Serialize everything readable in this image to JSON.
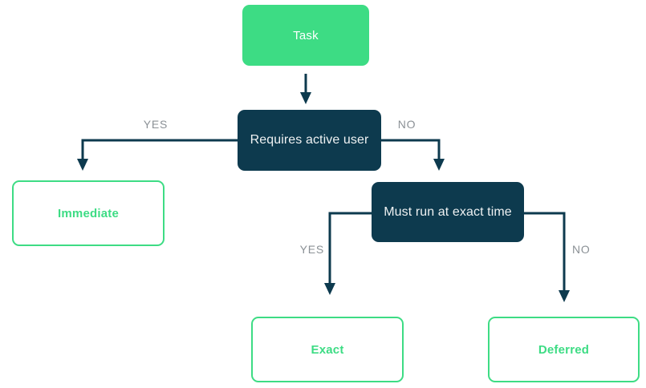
{
  "colors": {
    "green": "#3ddc84",
    "navy": "#0d3a4e",
    "edge_label_gray": "#8b9196",
    "background": "#ffffff"
  },
  "diagram": {
    "type": "flowchart-decision-tree",
    "nodes": {
      "task": {
        "label": "Task",
        "kind": "start"
      },
      "requires_active_user": {
        "label": "Requires active user",
        "kind": "decision"
      },
      "immediate": {
        "label": "Immediate",
        "kind": "result"
      },
      "must_run_at_exact_time": {
        "label": "Must run at exact time",
        "kind": "decision"
      },
      "exact": {
        "label": "Exact",
        "kind": "result"
      },
      "deferred": {
        "label": "Deferred",
        "kind": "result"
      }
    },
    "edges": [
      {
        "from": "task",
        "to": "requires_active_user",
        "label": ""
      },
      {
        "from": "requires_active_user",
        "to": "immediate",
        "label": "YES"
      },
      {
        "from": "requires_active_user",
        "to": "must_run_at_exact_time",
        "label": "NO"
      },
      {
        "from": "must_run_at_exact_time",
        "to": "exact",
        "label": "YES"
      },
      {
        "from": "must_run_at_exact_time",
        "to": "deferred",
        "label": "NO"
      }
    ]
  }
}
